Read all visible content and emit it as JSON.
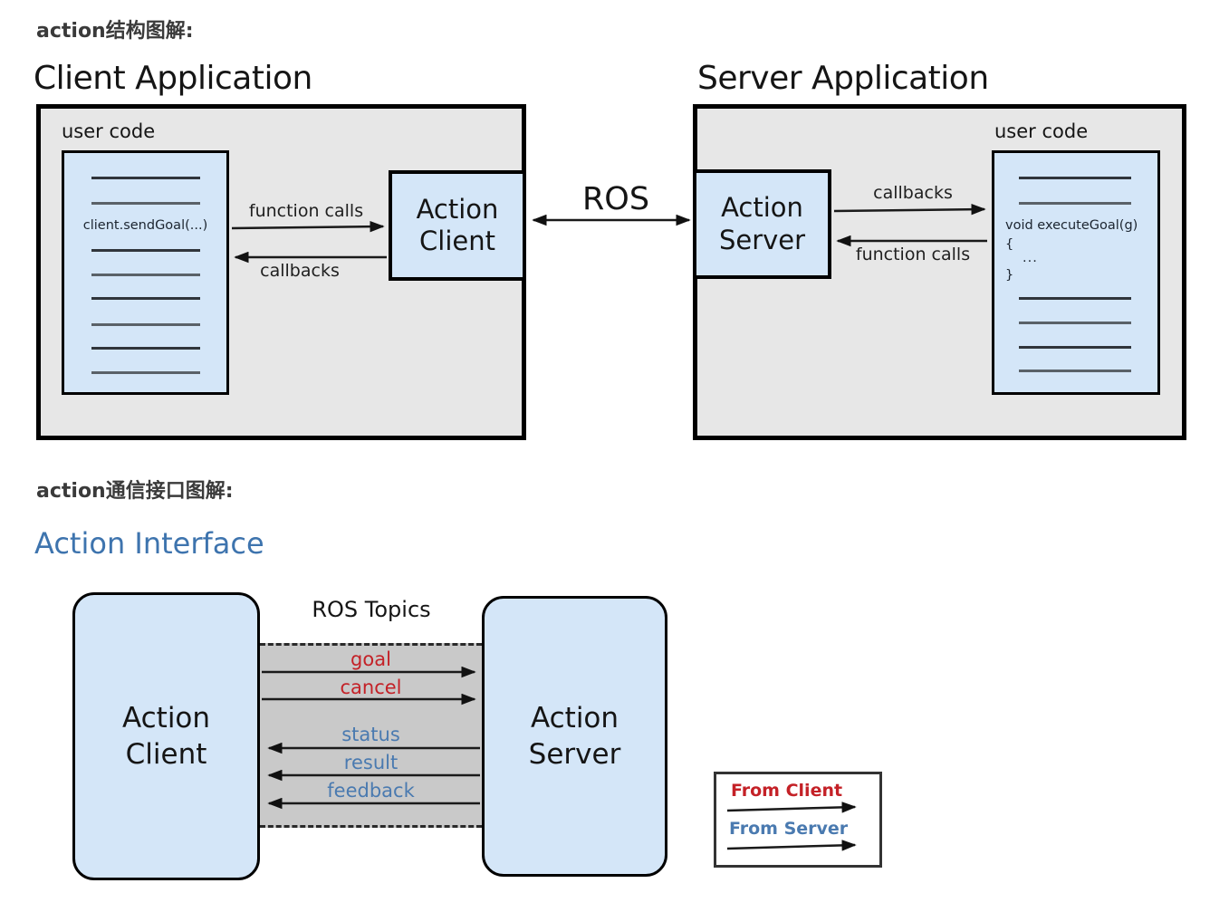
{
  "colors": {
    "box_blue": "#d4e6f8",
    "panel_gray": "#e7e7e7",
    "band_gray": "#c9c9c9",
    "topic_red": "#c42127",
    "topic_blue": "#4a7ab0",
    "heading_blue": "#3e74ae"
  },
  "s1": {
    "title": "action结构图解:",
    "ros": "ROS",
    "client": {
      "app_title": "Client Application",
      "user_code": "user code",
      "code_text": "client.sendGoal(...)",
      "box_line1": "Action",
      "box_line2": "Client",
      "arrow_to": "function calls",
      "arrow_back": "callbacks"
    },
    "server": {
      "app_title": "Server Application",
      "user_code": "user code",
      "box_line1": "Action",
      "box_line2": "Server",
      "arrow_to": "callbacks",
      "arrow_back": "function calls",
      "code_lines": [
        "void executeGoal(g)",
        "{",
        "...",
        "}"
      ]
    }
  },
  "s2": {
    "title": "action通信接口图解:",
    "heading": "Action Interface",
    "ros_topics": "ROS Topics",
    "client_box_line1": "Action",
    "client_box_line2": "Client",
    "server_box_line1": "Action",
    "server_box_line2": "Server",
    "from_client_topics": [
      "goal",
      "cancel"
    ],
    "from_server_topics": [
      "status",
      "result",
      "feedback"
    ],
    "legend": {
      "from_client": "From Client",
      "from_server": "From Server"
    }
  }
}
